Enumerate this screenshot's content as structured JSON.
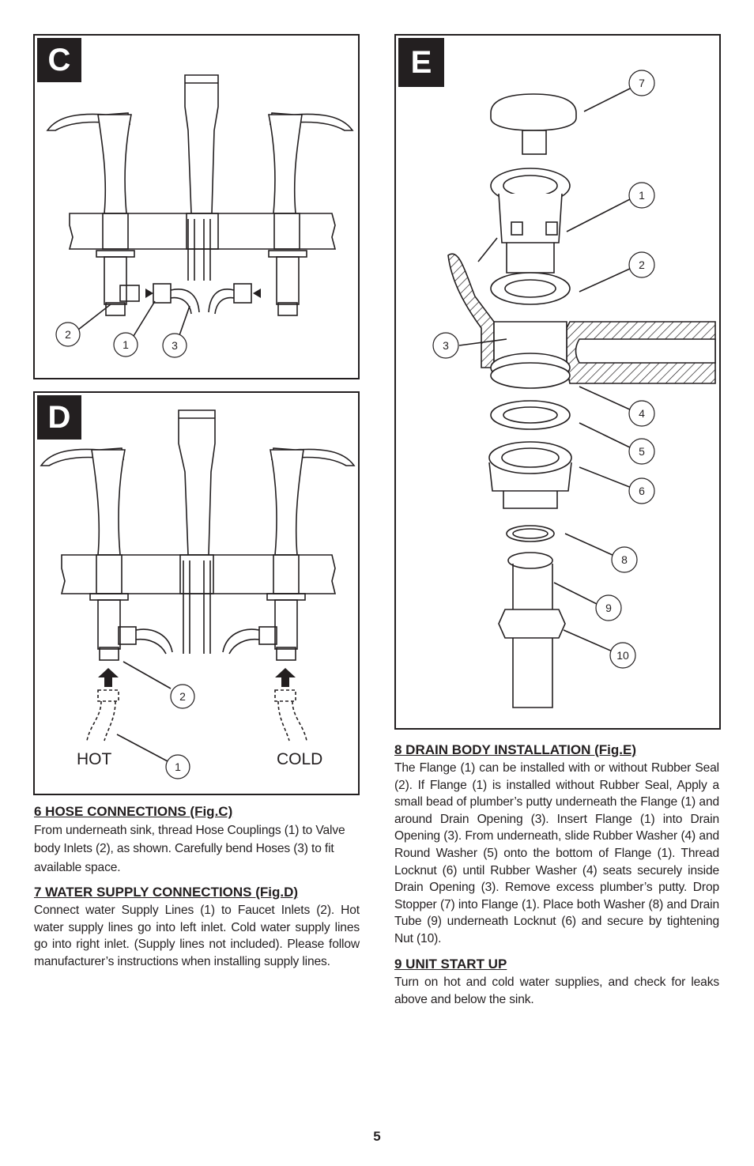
{
  "figures": {
    "c": {
      "letter": "C",
      "callouts": [
        "2",
        "1",
        "3"
      ]
    },
    "d": {
      "letter": "D",
      "callouts": [
        "2",
        "1"
      ],
      "hot_label": "HOT",
      "cold_label": "COLD"
    },
    "e": {
      "letter": "E",
      "callouts": [
        "7",
        "1",
        "2",
        "3",
        "4",
        "5",
        "6",
        "8",
        "9",
        "10"
      ]
    }
  },
  "sections": {
    "s6": {
      "heading": "6  HOSE CONNECTIONS (Fig.C)",
      "lines": [
        "From underneath sink, thread Hose Couplings (1) to Valve",
        "body Inlets (2), as shown. Carefully bend Hoses (3) to fit",
        "available space."
      ]
    },
    "s7": {
      "heading": "7  WATER SUPPLY CONNECTIONS (Fig.D)",
      "text": "Connect water Supply Lines (1) to Faucet Inlets (2).  Hot water supply lines go into left inlet.  Cold water supply lines go into right inlet.  (Supply lines  not included).  Please follow manufacturer’s instructions when installing supply lines."
    },
    "s8": {
      "heading": "8  DRAIN BODY INSTALLATION (Fig.E)",
      "text": "The Flange (1) can be installed with or without Rubber Seal (2).  If Flange (1) is installed without Rubber Seal, Apply a small bead of plumber’s putty underneath the Flange (1) and around Drain Opening (3).  Insert Flange (1) into Drain Opening (3).  From underneath, slide Rubber Washer (4) and Round Washer (5) onto the bottom of Flange (1). Thread Locknut (6) until Rubber Washer (4) seats securely inside Drain Opening (3).  Remove excess plumber’s putty. Drop Stopper (7) into Flange (1).  Place both Washer (8) and Drain Tube (9) underneath Locknut (6) and secure by tightening Nut (10)."
    },
    "s9": {
      "heading": "9  UNIT START UP",
      "text": "Turn on hot and cold water supplies, and check for leaks above and below the sink."
    }
  },
  "page_number": "5"
}
